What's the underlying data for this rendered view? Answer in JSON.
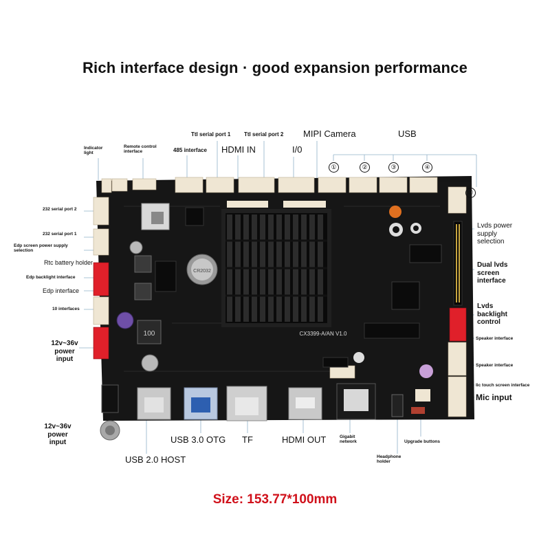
{
  "title": "Rich interface design · good expansion performance",
  "size_text": "Size: 153.77*100mm",
  "labels": {
    "indicator_light": "Indicator light",
    "remote_control": "Remote control interface",
    "port_485": "485 interface",
    "ttl1": "Ttl serial port 1",
    "hdmi_in": "HDMI IN",
    "ttl2": "Ttl serial port 2",
    "io": "I/0",
    "mipi_camera": "MIPI Camera",
    "usb": "USB",
    "serial2": "232 serial port 2",
    "serial1": "232 serial port 1",
    "edp_power": "Edp screen power supply selection",
    "rtc": "Rtc battery holder",
    "edp_backlight": "Edp backlight interface",
    "edp": "Edp interface",
    "io10": "10 interfaces",
    "power_in_1": "12v~36v power input",
    "power_in_2": "12v~36v power input",
    "lvds_power": "Lvds power supply selection",
    "dual_lvds": "Dual lvds screen interface",
    "lvds_backlight": "Lvds backlight control",
    "speaker1": "Speaker interface",
    "speaker2": "Speaker interface",
    "iic_touch": "Iic touch screen interface",
    "mic": "Mic input",
    "usb2": "USB 2.0 HOST",
    "usb3": "USB 3.0 OTG",
    "tf": "TF",
    "hdmi_out": "HDMI OUT",
    "gigabit": "Gigabit network",
    "headphone": "Headphone holder",
    "upgrade": "Upgrade buttons"
  },
  "usb_numbers": [
    "①",
    "②",
    "③",
    "④",
    "⑤"
  ],
  "board_marking": "CX3399-A/AN V1.0",
  "coin_cell_text": "CR2032",
  "inductor_text": "100",
  "colors": {
    "board": "#151515",
    "heatsink": "#202020",
    "connector": "#efe6d3",
    "red_connector": "#e0202a",
    "size_text": "#d0101a"
  }
}
